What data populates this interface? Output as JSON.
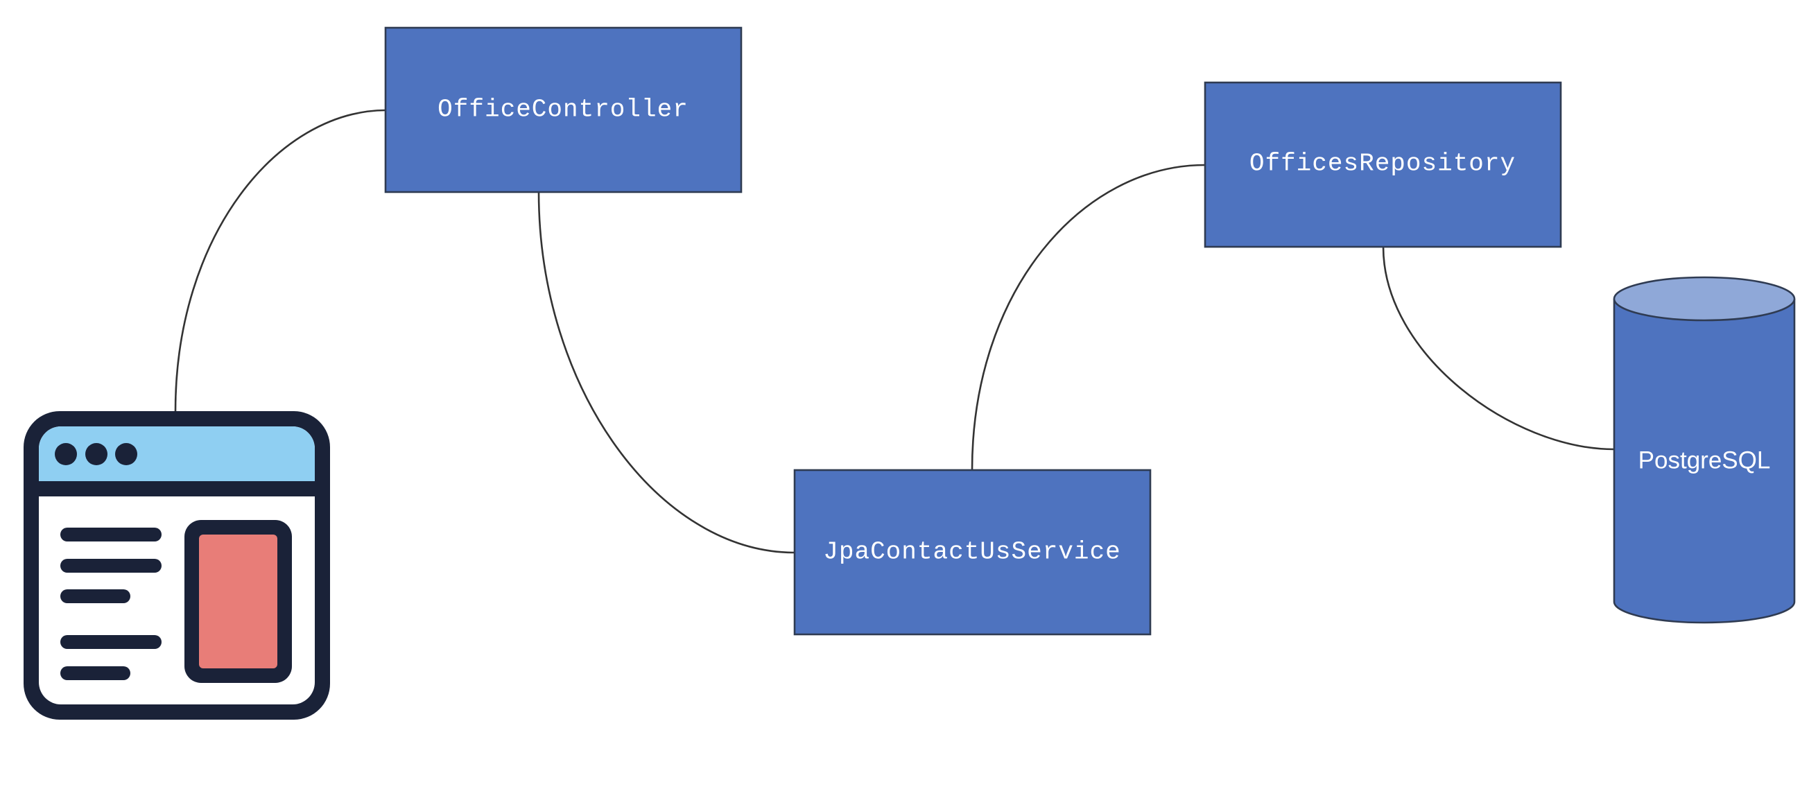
{
  "diagram": {
    "nodes": {
      "office_controller": {
        "label": "OfficeController"
      },
      "jpa_contact_us_service": {
        "label": "JpaContactUsService"
      },
      "offices_repository": {
        "label": "OfficesRepository"
      },
      "postgresql": {
        "label": "PostgreSQL"
      }
    },
    "icons": {
      "client": "browser-window-icon",
      "database": "database-cylinder-icon"
    }
  },
  "colors": {
    "node_fill": "#4e73bf",
    "node_stroke": "#2f3b52",
    "node_text": "#ffffff",
    "db_top_fill": "#8fa8d8",
    "connector": "#333333",
    "browser_frame": "#1a2238",
    "browser_titlebar": "#8fcff2",
    "browser_body": "#ffffff",
    "browser_panel": "#e87d78"
  }
}
